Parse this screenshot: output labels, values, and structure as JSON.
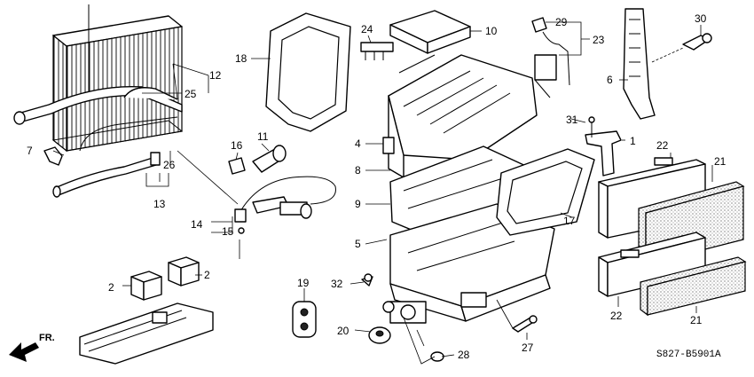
{
  "callouts": [
    "1",
    "2",
    "2",
    "4",
    "5",
    "6",
    "7",
    "8",
    "9",
    "10",
    "11",
    "12",
    "13",
    "14",
    "15",
    "16",
    "17",
    "18",
    "19",
    "20",
    "21",
    "21",
    "22",
    "22",
    "23",
    "24",
    "25",
    "26",
    "27",
    "28",
    "29",
    "30",
    "31",
    "32"
  ],
  "direction_label": "FR.",
  "drawing_code": "S827-B5901A"
}
